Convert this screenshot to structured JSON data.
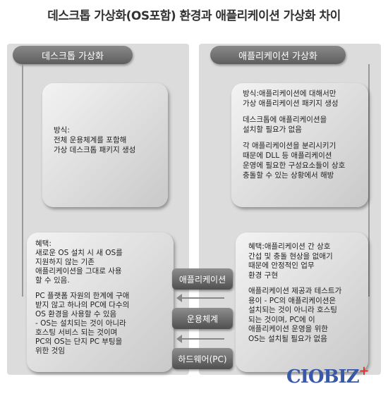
{
  "title": "데스크톱 가상화(OS포함) 환경과 애플리케이션 가상화 차이",
  "left": {
    "header": "데스크톱 가상화",
    "method": {
      "heading": "방식:",
      "text": "전체 운용체계를 포함해\n가상 데스크톱 패키지 생성"
    },
    "benefit": {
      "heading": "혜택:",
      "p1": "새로운 OS 설치 시 새 OS를\n지원하지 않는 기존\n애플리케이션을 그대로 사용\n할 수 있음.",
      "p2": "PC 플랫폼 자원의 한계에 구애\n받지 않고 하나의 PC에 다수의\nOS 환경을 사용할 수 있음\n- OS는 설치되는 것이 아니라\n호스팅 서비스 되는 것이며\n PC의 OS는 단지 PC 부팅을\n위한 것임"
    }
  },
  "right": {
    "header": "애플리케이션 가상화",
    "method": {
      "p1": "방식:애플리케이션에 대해서만\n가상 애플리케이션 패키지 생성",
      "p2": "데스크톱에 애플리케이션을\n설치할 필요가 없음",
      "p3": "각 애플리케이션을 분리시키기\n때문에 DLL 등 애플리케이션\n운영에 필요한 구성요소들이 상호\n충돌할 수 있는 상황에서 해방"
    },
    "benefit": {
      "p1": "혜택:애플리케이션 간 상호\n간섭 및 충돌 현상을 없애기\n때문에 안정적인 업무\n환경 구현",
      "p2": "애플리케이션 제공과 테스트가\n용이 - PC의 애플리케이션은\n설치되는 것이 아니라 호스팅\n되는 것이며, PC에 이\n애플리케이션 운영을 위한\nOS는 설치될 필요가 없음"
    }
  },
  "layers": [
    "애플리케이션",
    "운용체계",
    "하드웨어(PC)"
  ],
  "logo": {
    "text": "CIOBIZ",
    "plus": "+"
  },
  "colors": {
    "logo": "#3a58a8",
    "logo_plus": "#dd3333",
    "panel": "#dcdcdc"
  }
}
